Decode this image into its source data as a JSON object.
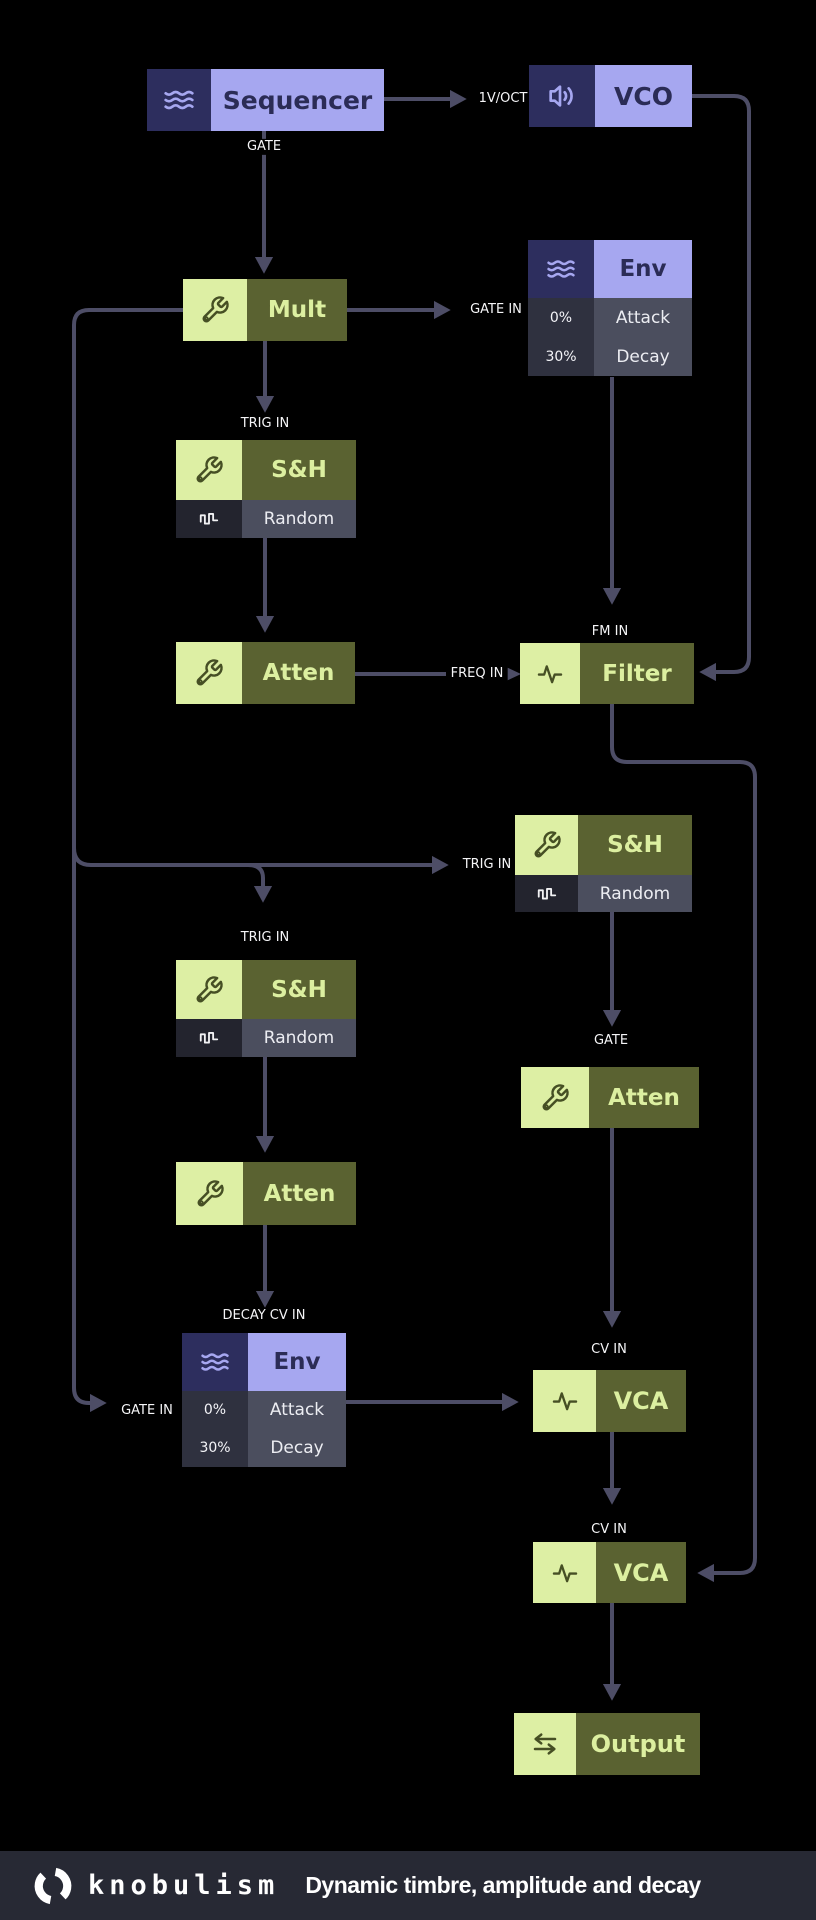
{
  "nodes": {
    "sequencer": {
      "label": "Sequencer"
    },
    "vco": {
      "label": "VCO"
    },
    "mult": {
      "label": "Mult"
    },
    "env1": {
      "label": "Env",
      "attack_value": "0%",
      "attack_label": "Attack",
      "decay_value": "30%",
      "decay_label": "Decay"
    },
    "sh1": {
      "label": "S&H",
      "row": "Random"
    },
    "atten1": {
      "label": "Atten"
    },
    "filter": {
      "label": "Filter"
    },
    "sh2": {
      "label": "S&H",
      "row": "Random"
    },
    "sh3": {
      "label": "S&H",
      "row": "Random"
    },
    "atten2": {
      "label": "Atten"
    },
    "atten3": {
      "label": "Atten"
    },
    "env2": {
      "label": "Env",
      "attack_value": "0%",
      "attack_label": "Attack",
      "decay_value": "30%",
      "decay_label": "Decay"
    },
    "vca1": {
      "label": "VCA"
    },
    "vca2": {
      "label": "VCA"
    },
    "output": {
      "label": "Output"
    }
  },
  "edge_labels": {
    "voct": "1V/OCT",
    "gate_seq": "GATE",
    "gatein_env1": "GATE IN",
    "trigin_sh1": "TRIG IN",
    "fmin": "FM IN",
    "freqin": "FREQ IN",
    "trigin_sh2": "TRIG IN",
    "trigin_sh3": "TRIG IN",
    "gate_sh2": "GATE",
    "cvin_vca1": "CV IN",
    "decaycv": "DECAY CV IN",
    "gatein_env2": "GATE IN",
    "cvin_vca2": "CV IN"
  },
  "footer": {
    "brand": "knobulism",
    "tagline": "Dynamic timbre, amplitude and decay"
  },
  "colors": {
    "purple_dark": "#2d2e5e",
    "purple_light": "#a6a7f0",
    "green_light": "#ddefa4",
    "olive": "#5a6231",
    "row_dark": "#2f313f",
    "row_gray": "#4b4e5e",
    "edge": "#4d4d66",
    "footer_bg": "#272934"
  }
}
